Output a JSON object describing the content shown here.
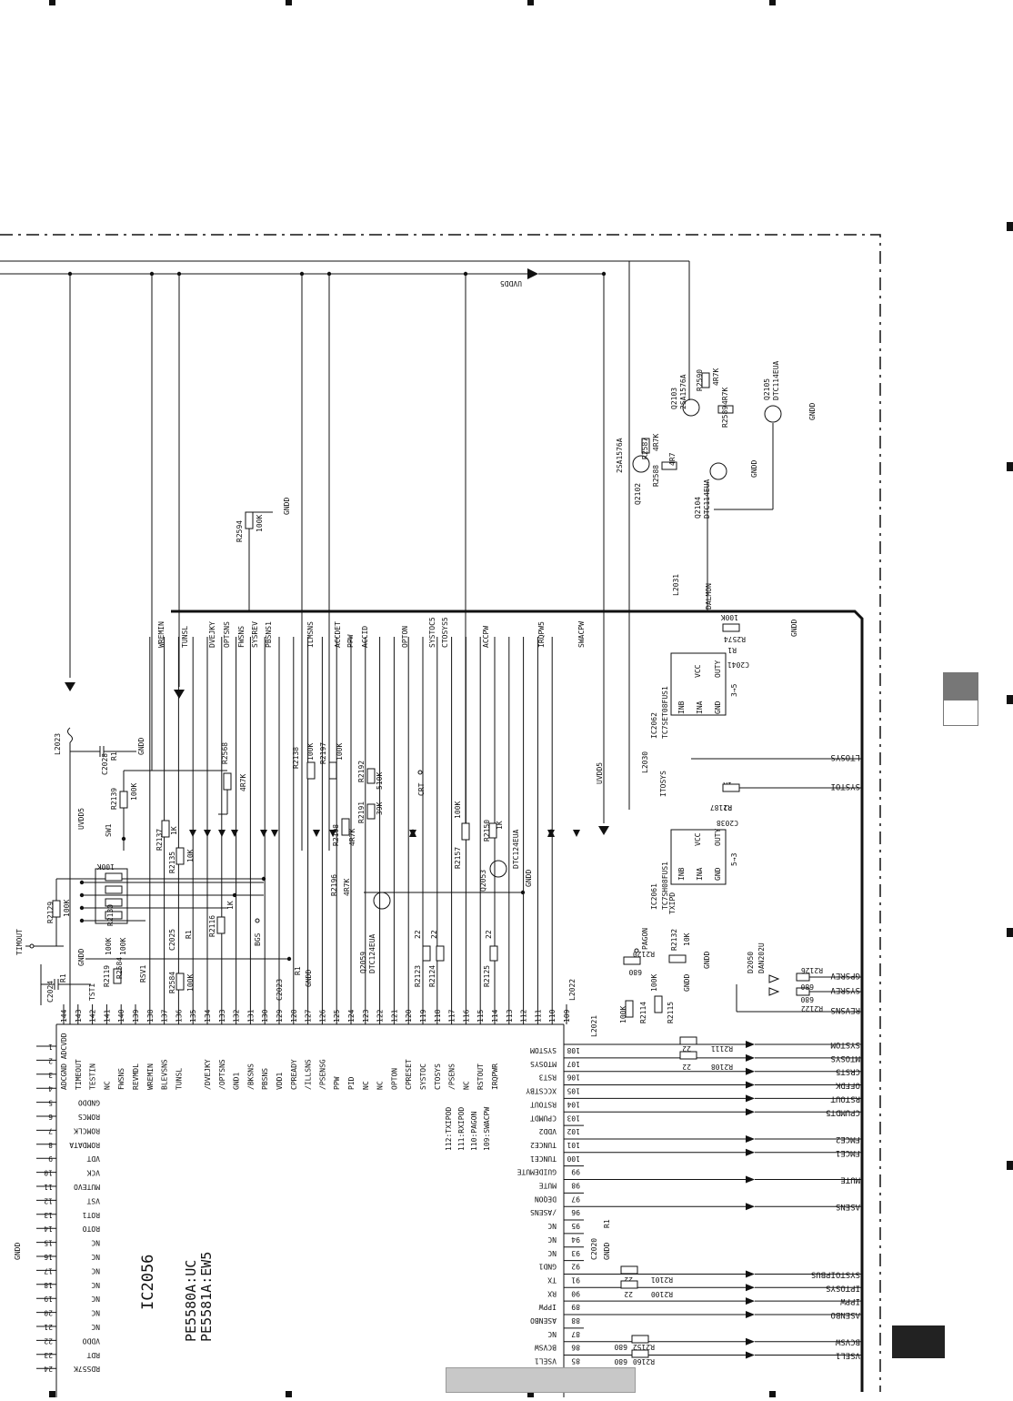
{
  "ic_main": {
    "ref": "IC2056",
    "part_uc": "PE5580A:UC",
    "part_ew": "PE5581A:EW5"
  },
  "top_pins": [
    {
      "num": "144",
      "name": "ADCGND ADCVDD"
    },
    {
      "num": "143",
      "name": "TIMEOUT"
    },
    {
      "num": "142",
      "name": "TESTIN"
    },
    {
      "num": "141",
      "name": "NC"
    },
    {
      "num": "140",
      "name": "FWSNS"
    },
    {
      "num": "139",
      "name": "REVMDL"
    },
    {
      "num": "138",
      "name": "WREMIN"
    },
    {
      "num": "137",
      "name": "BLEVSNS"
    },
    {
      "num": "136",
      "name": "TUNSL"
    },
    {
      "num": "135",
      "name": ""
    },
    {
      "num": "134",
      "name": "/DVEJKY"
    },
    {
      "num": "133",
      "name": "/OPTSNS"
    },
    {
      "num": "132",
      "name": "GND1"
    },
    {
      "num": "131",
      "name": "/BKSNS"
    },
    {
      "num": "130",
      "name": "PBSNS"
    },
    {
      "num": "129",
      "name": "VDD1"
    },
    {
      "num": "128",
      "name": "CPREADY"
    },
    {
      "num": "127",
      "name": "/ILLSNS"
    },
    {
      "num": "126",
      "name": "/PSENSG"
    },
    {
      "num": "125",
      "name": "PPW"
    },
    {
      "num": "124",
      "name": "PID"
    },
    {
      "num": "123",
      "name": "NC"
    },
    {
      "num": "122",
      "name": "NC"
    },
    {
      "num": "121",
      "name": "OPTON"
    },
    {
      "num": "120",
      "name": "CPRESET"
    },
    {
      "num": "119",
      "name": "SYSTOC"
    },
    {
      "num": "118",
      "name": "CTOSYS"
    },
    {
      "num": "117",
      "name": "/PSENS"
    },
    {
      "num": "116",
      "name": "NC"
    },
    {
      "num": "115",
      "name": "RSTOUT"
    },
    {
      "num": "114",
      "name": "IRQPWR"
    },
    {
      "num": "113",
      "name": ""
    },
    {
      "num": "112",
      "name": ""
    },
    {
      "num": "111",
      "name": ""
    },
    {
      "num": "110",
      "name": ""
    },
    {
      "num": "109",
      "name": ""
    }
  ],
  "top_extra_labels": [
    "112:TXIPOD",
    "111:RXIPOD",
    "110:PAGON",
    "109:SWACPW"
  ],
  "left_pins": [
    {
      "num": "1",
      "name": ""
    },
    {
      "num": "2",
      "name": ""
    },
    {
      "num": "3",
      "name": ""
    },
    {
      "num": "4",
      "name": ""
    },
    {
      "num": "5",
      "name": "GNDDO"
    },
    {
      "num": "6",
      "name": "ROMCS"
    },
    {
      "num": "7",
      "name": "ROMCLK"
    },
    {
      "num": "8",
      "name": "ROMDATA"
    },
    {
      "num": "9",
      "name": "VDT"
    },
    {
      "num": "10",
      "name": "VCK"
    },
    {
      "num": "11",
      "name": "MUTEVO"
    },
    {
      "num": "12",
      "name": "VST"
    },
    {
      "num": "13",
      "name": "ROT1"
    },
    {
      "num": "14",
      "name": "ROTO"
    },
    {
      "num": "15",
      "name": "NC"
    },
    {
      "num": "16",
      "name": "NC"
    },
    {
      "num": "17",
      "name": "NC"
    },
    {
      "num": "18",
      "name": "NC"
    },
    {
      "num": "19",
      "name": "NC"
    },
    {
      "num": "20",
      "name": "NC"
    },
    {
      "num": "21",
      "name": "NC"
    },
    {
      "num": "22",
      "name": "VDDO"
    },
    {
      "num": "23",
      "name": "RDT"
    },
    {
      "num": "24",
      "name": "RDS57K"
    }
  ],
  "right_pins": [
    {
      "num": "108",
      "name": "SYSTOM",
      "net": "SYSTOM"
    },
    {
      "num": "107",
      "name": "MTOSYS",
      "net": "MTOSYS"
    },
    {
      "num": "106",
      "name": "RST3",
      "net": "CRST5"
    },
    {
      "num": "105",
      "name": "XCCSTBY",
      "net": "OFFDK"
    },
    {
      "num": "104",
      "name": "RSTOUT",
      "net": "RSTOUT"
    },
    {
      "num": "103",
      "name": "CPUMDT",
      "net": "CPUMDT5"
    },
    {
      "num": "102",
      "name": "VDD2",
      "net": ""
    },
    {
      "num": "101",
      "name": "TUNCE2",
      "net": "FMCE2"
    },
    {
      "num": "100",
      "name": "TUNCE1",
      "net": "FMCE1"
    },
    {
      "num": "99",
      "name": "GUIDEMUTE",
      "net": ""
    },
    {
      "num": "98",
      "name": "MUTE",
      "net": "MUTE"
    },
    {
      "num": "97",
      "name": "DEQON",
      "net": ""
    },
    {
      "num": "96",
      "name": "/ASENS",
      "net": "ASENS"
    },
    {
      "num": "95",
      "name": "NC",
      "net": ""
    },
    {
      "num": "94",
      "name": "NC",
      "net": ""
    },
    {
      "num": "93",
      "name": "NC",
      "net": ""
    },
    {
      "num": "92",
      "name": "GND1",
      "net": ""
    },
    {
      "num": "91",
      "name": "TX",
      "net": "SYSTOIPBUS"
    },
    {
      "num": "90",
      "name": "RX",
      "net": "IPTOSYS"
    },
    {
      "num": "89",
      "name": "IPPW",
      "net": "IPPW"
    },
    {
      "num": "88",
      "name": "ASENBO",
      "net": "ASENBO"
    },
    {
      "num": "87",
      "name": "NC",
      "net": ""
    },
    {
      "num": "86",
      "name": "BCVSW",
      "net": "BCVSW"
    },
    {
      "num": "85",
      "name": "VSEL1",
      "net": "VSEL1"
    }
  ],
  "top_nets": [
    "WREMIN",
    "TUNSL",
    "DVEJKY",
    "OPTSNS",
    "FWSNS",
    "SYSREV",
    "PBSNS1",
    "ILMSNS",
    "ACCDET",
    "PPW",
    "ACCID",
    "OPTON",
    "SYSTOC5",
    "CTOSYS5",
    "ACCPW",
    "IRQPW5",
    "SWACPW"
  ],
  "components": {
    "uvdd5_label": "UVDD5",
    "uvdd5_side": "UVDD5",
    "gnd": "GNDD",
    "r2594": "R2594",
    "r2594_val": "100K",
    "r2568": "R2568",
    "r2568_val": "4R7K",
    "r2139": "R2139",
    "r2139_val": "100K",
    "r2129": "R2129",
    "r2129_val": "100K",
    "r2130": "R2130",
    "r2130_val": "100K",
    "r2137": "R2137",
    "r2137_val": "1K",
    "r2135": "R2135",
    "r2135_val": "10K",
    "r2116": "R2116",
    "r2116_val": "1K",
    "r2119": "R2119",
    "r2119_val": "100K",
    "r2584": "R2584",
    "r2584_val": "100K",
    "r2138": "R2138",
    "r2138_val": "100K",
    "r2197": "R2197",
    "r2197_val": "100K",
    "r2198": "R2198",
    "r2198_val": "4R7K",
    "r2196": "R2196",
    "r2196_val": "4R7K",
    "r2192": "R2192",
    "r2192_val": "510K",
    "r2191": "R2191",
    "r2191_val": "39K",
    "r2150": "R2150",
    "r2150_val": "1K",
    "r2157": "R2157",
    "r2157_val": "100K",
    "r2123": "R2123",
    "r2123_val": "22",
    "r2124": "R2124",
    "r2124_val": "22",
    "r2125": "R2125",
    "r2125_val": "22",
    "r2120": "R2120",
    "r2120_val": "680",
    "r2132": "R2132",
    "r2132_val": "10K",
    "r2114": "R2114",
    "r2114_val": "100K",
    "r2115": "R2115",
    "r2115_val": "100K",
    "r2111": "R2111",
    "r2111_val": "22",
    "r2108": "R2108",
    "r2108_val": "22",
    "r2101": "R2101",
    "r2101_val": "22",
    "r2100": "R2100",
    "r2100_val": "22",
    "r2152": "R2152",
    "r2152_val": "680",
    "r2160": "R2160",
    "r2160_val": "680",
    "r2574": "R2574",
    "r2574_val": "100K",
    "r2187": "R2187",
    "r2187_val": "1K",
    "r2587": "R2587",
    "r2587_val": "4R7K",
    "r2588": "R2588",
    "r2588_val": "4R7",
    "r2589": "R2589",
    "r2589_val": "4R7K",
    "r2590": "R2590",
    "r2590_val": "4R7K",
    "r2126": "R2126",
    "r2126_val": "680",
    "r2122": "R2122",
    "r2122_val": "680",
    "c2028": "C2028",
    "c2028_val": "R1",
    "c2024": "C2024",
    "c2024_val": "R1",
    "c2025": "C2025",
    "c2025_val": "R1",
    "c2023": "C2023",
    "c2023_val": "R1",
    "c2020": "C2020",
    "c2020_val": "R1",
    "c2041": "C2041",
    "c2041_val": "R1",
    "c2038": "C2038",
    "c2038_val": "R1",
    "l2023": "L2023",
    "l2030": "L2030",
    "l2031": "L2031",
    "l2022": "L2022",
    "l2021": "L2021",
    "sw1": "SW1",
    "rsv1": "RSV1",
    "bgs": "BGS",
    "tsti": "TSTI",
    "timout": "TIMOUT",
    "crt": "CRT",
    "q2053": "Q2053",
    "q2053_part": "DTC124EUA",
    "q2059": "Q2059",
    "q2059_part": "DTC124EUA",
    "q2102": "Q2102",
    "q2102_part": "2SA1576A",
    "q2103": "Q2103",
    "q2103_part": "2SA1576A",
    "q2104": "Q2104",
    "q2104_part": "DTC114EUA",
    "q2105": "Q2105",
    "q2105_part": "DTC114EUA",
    "d2050": "D2050",
    "d2050_part": "DAN202U",
    "pagon": "PAGON",
    "ic2062": "IC2062",
    "ic2062_part": "TC7SET08FUS1",
    "ic2061": "IC2061",
    "ic2061_part": "TC7SH08FUS1",
    "gate_vcc": "VCC",
    "gate_outy": "OUTY",
    "gate_inb": "INB",
    "gate_ina": "INA",
    "gate_gnd": "GND",
    "ic2062_dir": "3→5",
    "ic2061_dir": "5→3",
    "itosys": "ITOSYS",
    "ltosys_net": "LTOSYS",
    "systoi_net": "SYSTOI",
    "txipd": "TXIPD",
    "dalmon": "DALMON",
    "gpsrev": "GPSREV",
    "sysrev": "SYSREV",
    "revsns": "REVSNS",
    "switch_pins": [
      "4",
      "7",
      "0",
      "1"
    ],
    "switch_val": "100K"
  }
}
